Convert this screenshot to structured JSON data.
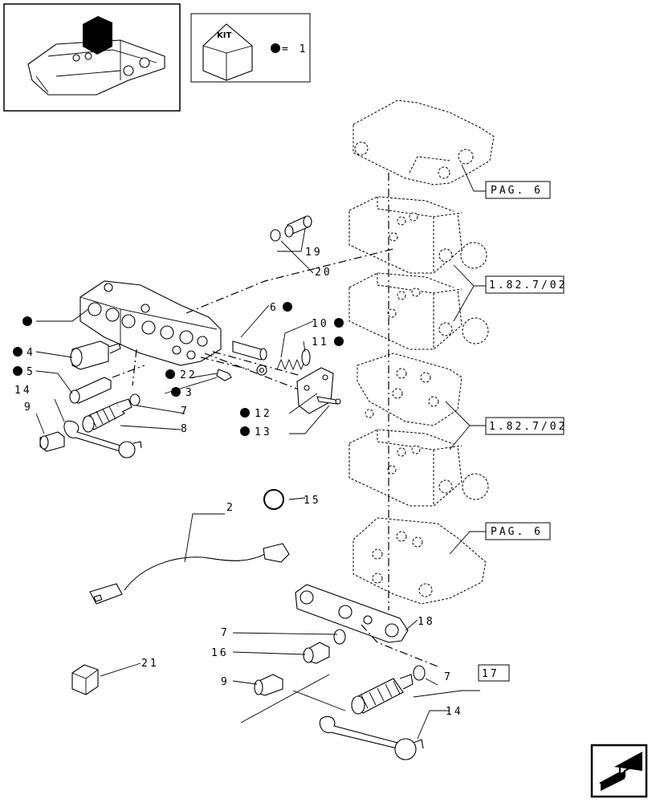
{
  "kit_legend": {
    "badge": "KIT",
    "equals": "= 1"
  },
  "labels": {
    "l1": "",
    "l2": "2",
    "l3": "3",
    "l4": "4",
    "l5": "5",
    "l6": "6",
    "l7a": "7",
    "l7b": "7",
    "l7c": "7",
    "l8": "8",
    "l9a": "9",
    "l9b": "9",
    "l10": "10",
    "l11": "11",
    "l12": "12",
    "l13": "13",
    "l14a": "14",
    "l14b": "14",
    "l15": "15",
    "l16": "16",
    "l17": "17",
    "l18": "18",
    "l19": "19",
    "l20": "20",
    "l21": "21",
    "l22": "22"
  },
  "references": {
    "pag6_top": "PAG. 6",
    "ref_1827_a": "1.82.7/02",
    "ref_1827_b": "1.82.7/02",
    "pag6_bottom": "PAG. 6"
  },
  "icons": {
    "kit_marker": "black-dot-icon",
    "nav": "next-page-arrow-icon"
  }
}
